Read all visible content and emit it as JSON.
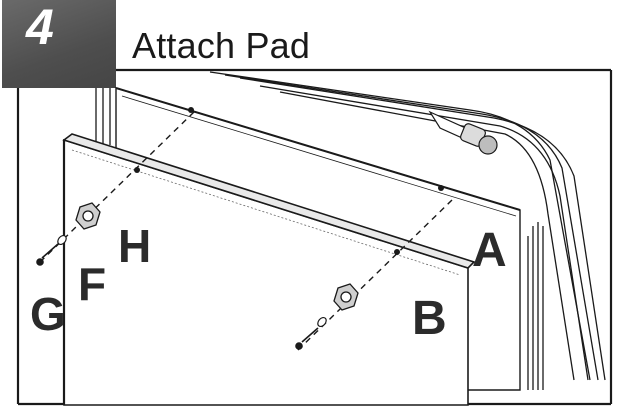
{
  "step": {
    "number": "4",
    "title": "Attach Pad"
  },
  "labels": {
    "a": "A",
    "b": "B",
    "f": "F",
    "g": "G",
    "h": "H"
  },
  "colors": {
    "badge": "#5a5a5a",
    "ink": "#2b2b2b",
    "line": "#1a1a1a"
  }
}
